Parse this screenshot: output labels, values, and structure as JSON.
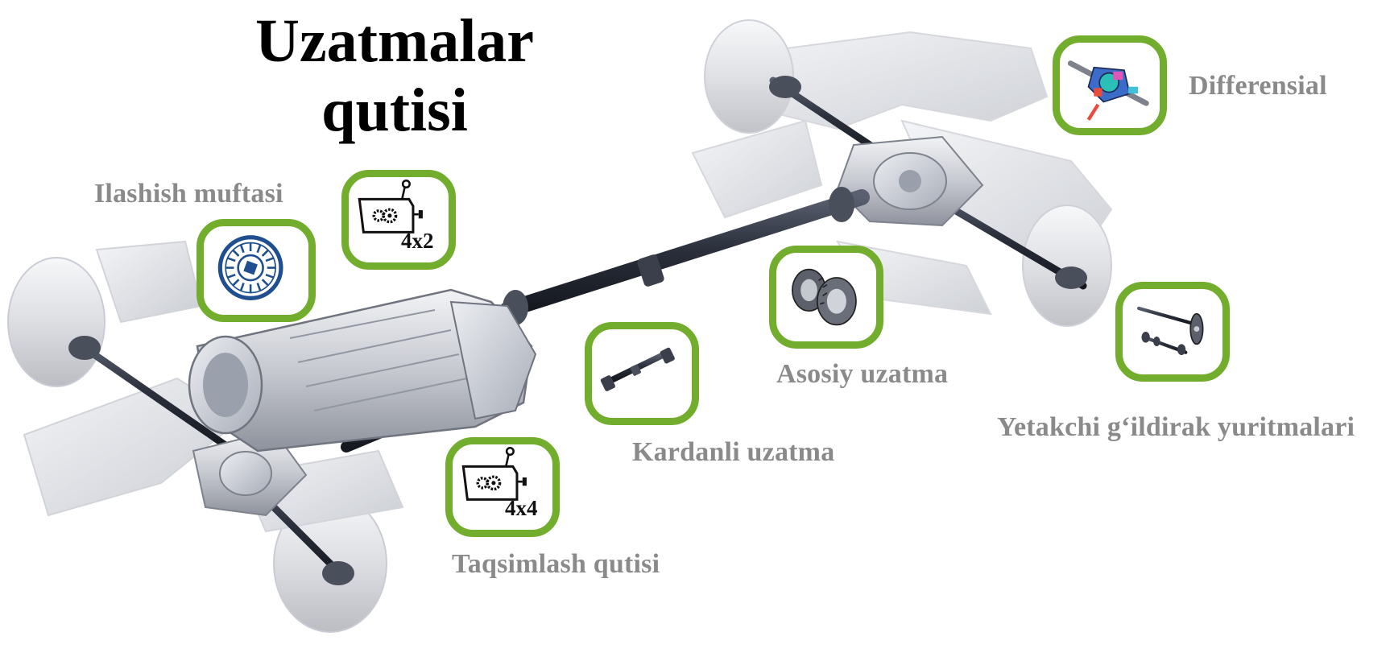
{
  "title": "Uzatmalar\nqutisi",
  "components": {
    "clutch": {
      "label": "Ilashish muftasi",
      "icon": "clutch-disc-icon"
    },
    "gearbox": {
      "label": "4x2",
      "icon": "gearbox-icon"
    },
    "transfer_case": {
      "label": "Taqsimlash qutisi",
      "code": "4x4",
      "icon": "transfer-case-icon"
    },
    "propeller_shaft": {
      "label": "Kardanli uzatma",
      "icon": "propeller-shaft-icon"
    },
    "final_drive": {
      "label": "Asosiy uzatma",
      "icon": "bevel-gears-icon"
    },
    "differential": {
      "label": "Differensial",
      "icon": "differential-icon"
    },
    "drive_axles": {
      "label": "Yetakchi g‘ildirak yuritmalari",
      "icon": "axle-shafts-icon"
    }
  },
  "colors": {
    "badge_border": "#72ad2d",
    "label": "#8a8a8a",
    "title": "#000000",
    "clutch_icon": "#1f4f8f"
  }
}
